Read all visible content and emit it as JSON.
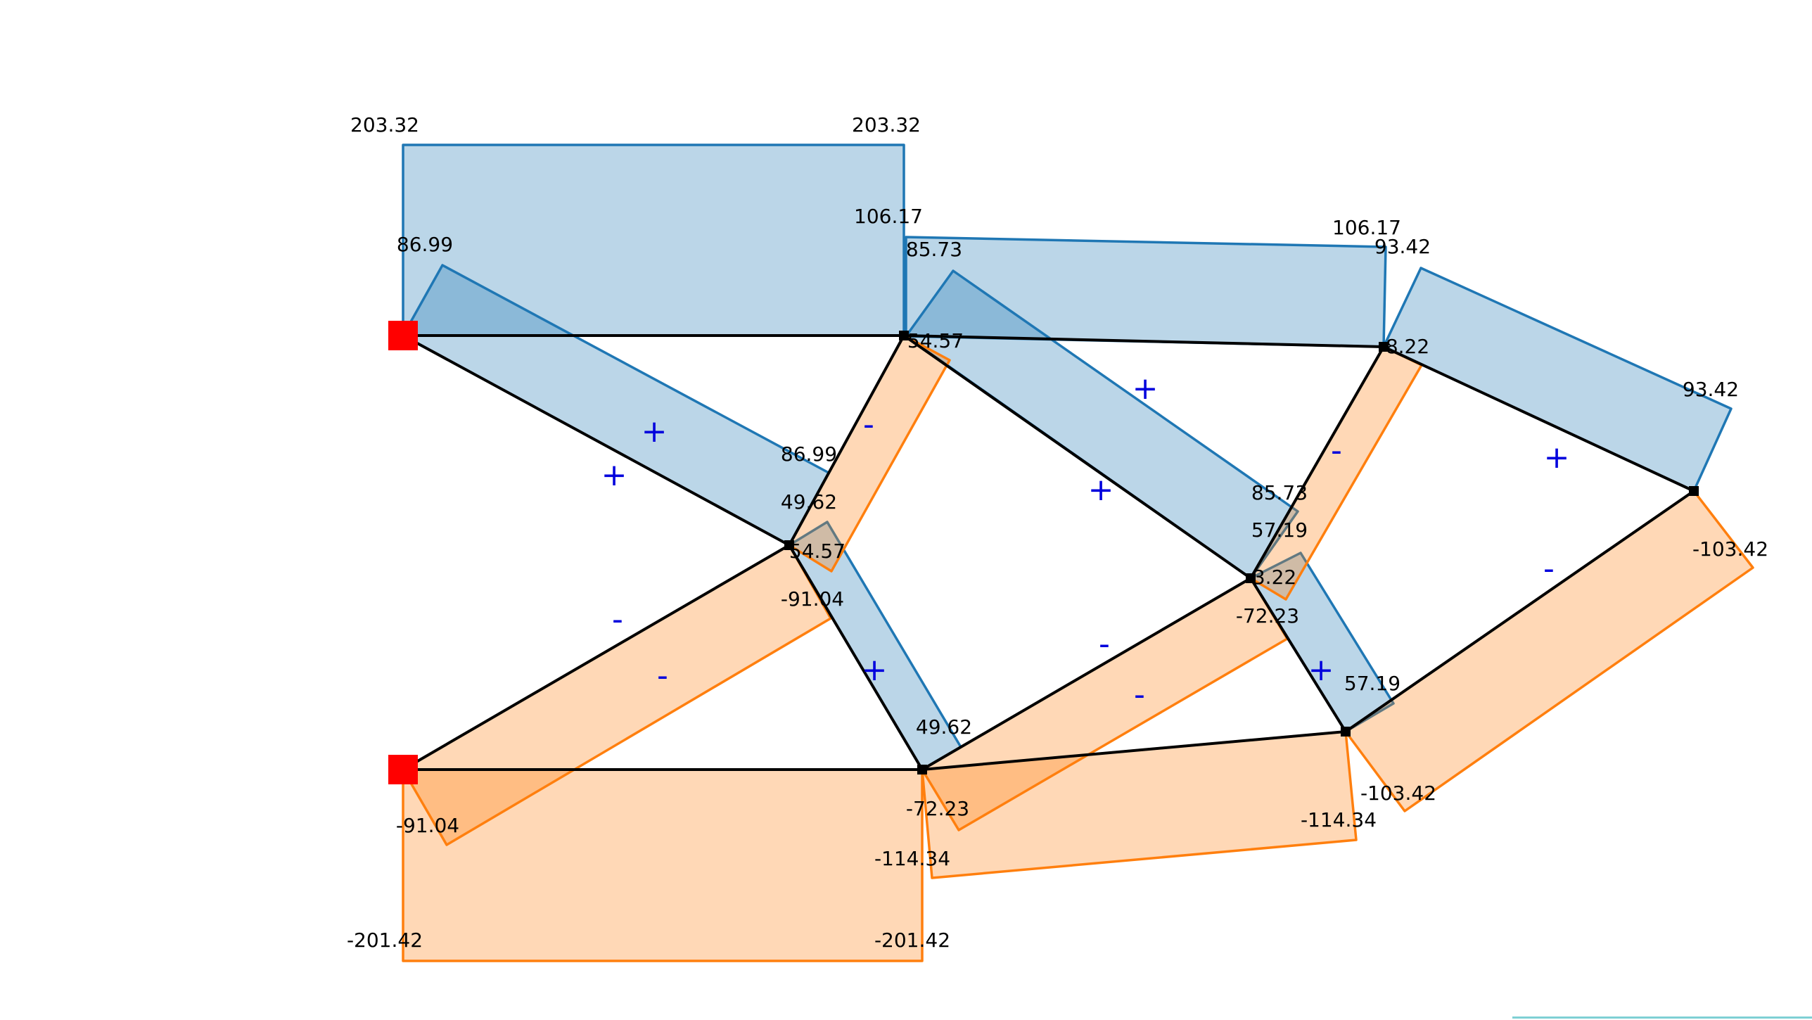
{
  "colors": {
    "tension_fill": "rgba(31,119,180,0.30)",
    "tension_stroke": "#1f77b4",
    "compression_fill": "rgba(255,127,14,0.30)",
    "compression_stroke": "#ff7f0e",
    "member": "#000000",
    "support": "#ff0000",
    "sign": "#0000dd"
  },
  "signs": {
    "tension": "+",
    "compression": "-"
  },
  "force_labels": [
    "203.32",
    "203.32",
    "106.17",
    "106.17",
    "86.99",
    "86.99",
    "85.73",
    "85.73",
    "93.42",
    "93.42",
    "49.62",
    "49.62",
    "57.19",
    "57.19",
    "54.57",
    "54.57",
    "8.22",
    "-3.22",
    "-91.04",
    "-91.04",
    "-72.23",
    "-72.23",
    "-114.34",
    "-114.34",
    "-201.42",
    "-201.42",
    "-103.42",
    "-103.42"
  ]
}
